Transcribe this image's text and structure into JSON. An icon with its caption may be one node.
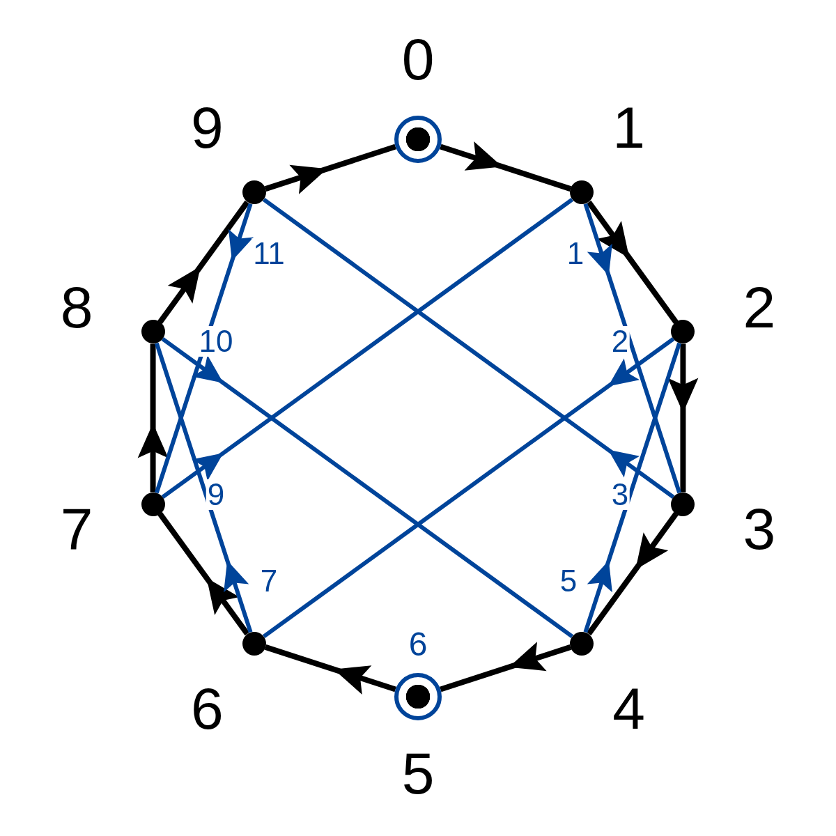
{
  "diagram": {
    "nodes": [
      {
        "text": [],
        "shape": "circle",
        "beside": [
          "0"
        ]
      },
      {
        "text": [],
        "shape": "circle",
        "beside": [
          "1"
        ]
      },
      {
        "text": [],
        "shape": "circle",
        "beside": [
          "2"
        ]
      },
      {
        "text": [],
        "shape": "circle",
        "beside": [
          "3"
        ]
      },
      {
        "text": [],
        "shape": "circle",
        "beside": [
          "4"
        ]
      },
      {
        "text": [],
        "shape": "circle",
        "beside": [
          "6",
          "5"
        ]
      },
      {
        "text": [],
        "shape": "circle",
        "beside": [
          "6"
        ]
      },
      {
        "text": [],
        "shape": "circle",
        "beside": [
          "7"
        ]
      },
      {
        "text": [],
        "shape": "circle",
        "beside": [
          "8"
        ]
      },
      {
        "text": [],
        "shape": "circle",
        "beside": [
          "9"
        ]
      }
    ],
    "edges": [
      {
        "from": 0,
        "to": 1,
        "arrow": "to"
      },
      {
        "from": 1,
        "to": 2,
        "arrow": "to"
      },
      {
        "from": 2,
        "to": 3,
        "arrow": "to"
      },
      {
        "from": 3,
        "to": 4,
        "arrow": "to"
      },
      {
        "from": 4,
        "to": 5,
        "arrow": "to"
      },
      {
        "from": 5,
        "to": 6,
        "arrow": "to"
      },
      {
        "from": 6,
        "to": 7,
        "arrow": "to"
      },
      {
        "from": 7,
        "to": 8,
        "arrow": "to"
      },
      {
        "from": 8,
        "to": 9,
        "arrow": "to"
      },
      {
        "from": 9,
        "to": 0,
        "arrow": "to"
      },
      {
        "from": 1,
        "to": 3,
        "arrow": "to",
        "label": "1",
        "color": "#00449a"
      },
      {
        "from": 2,
        "to": 6,
        "arrow": "to",
        "label": "2",
        "color": "#00449a"
      },
      {
        "from": 3,
        "to": 9,
        "arrow": "to",
        "label": "3",
        "color": "#00449a"
      },
      {
        "from": 4,
        "to": 2,
        "arrow": "to",
        "label": "5",
        "color": "#00449a"
      },
      {
        "from": 6,
        "to": 8,
        "arrow": "to",
        "label": "7",
        "color": "#00449a"
      },
      {
        "from": 7,
        "to": 1,
        "arrow": "to",
        "label": "9",
        "color": "#00449a"
      },
      {
        "from": 8,
        "to": 4,
        "arrow": "to",
        "label": "10",
        "color": "#00449a"
      },
      {
        "from": 9,
        "to": 7,
        "arrow": "to",
        "label": "11",
        "color": "#00449a"
      }
    ]
  }
}
